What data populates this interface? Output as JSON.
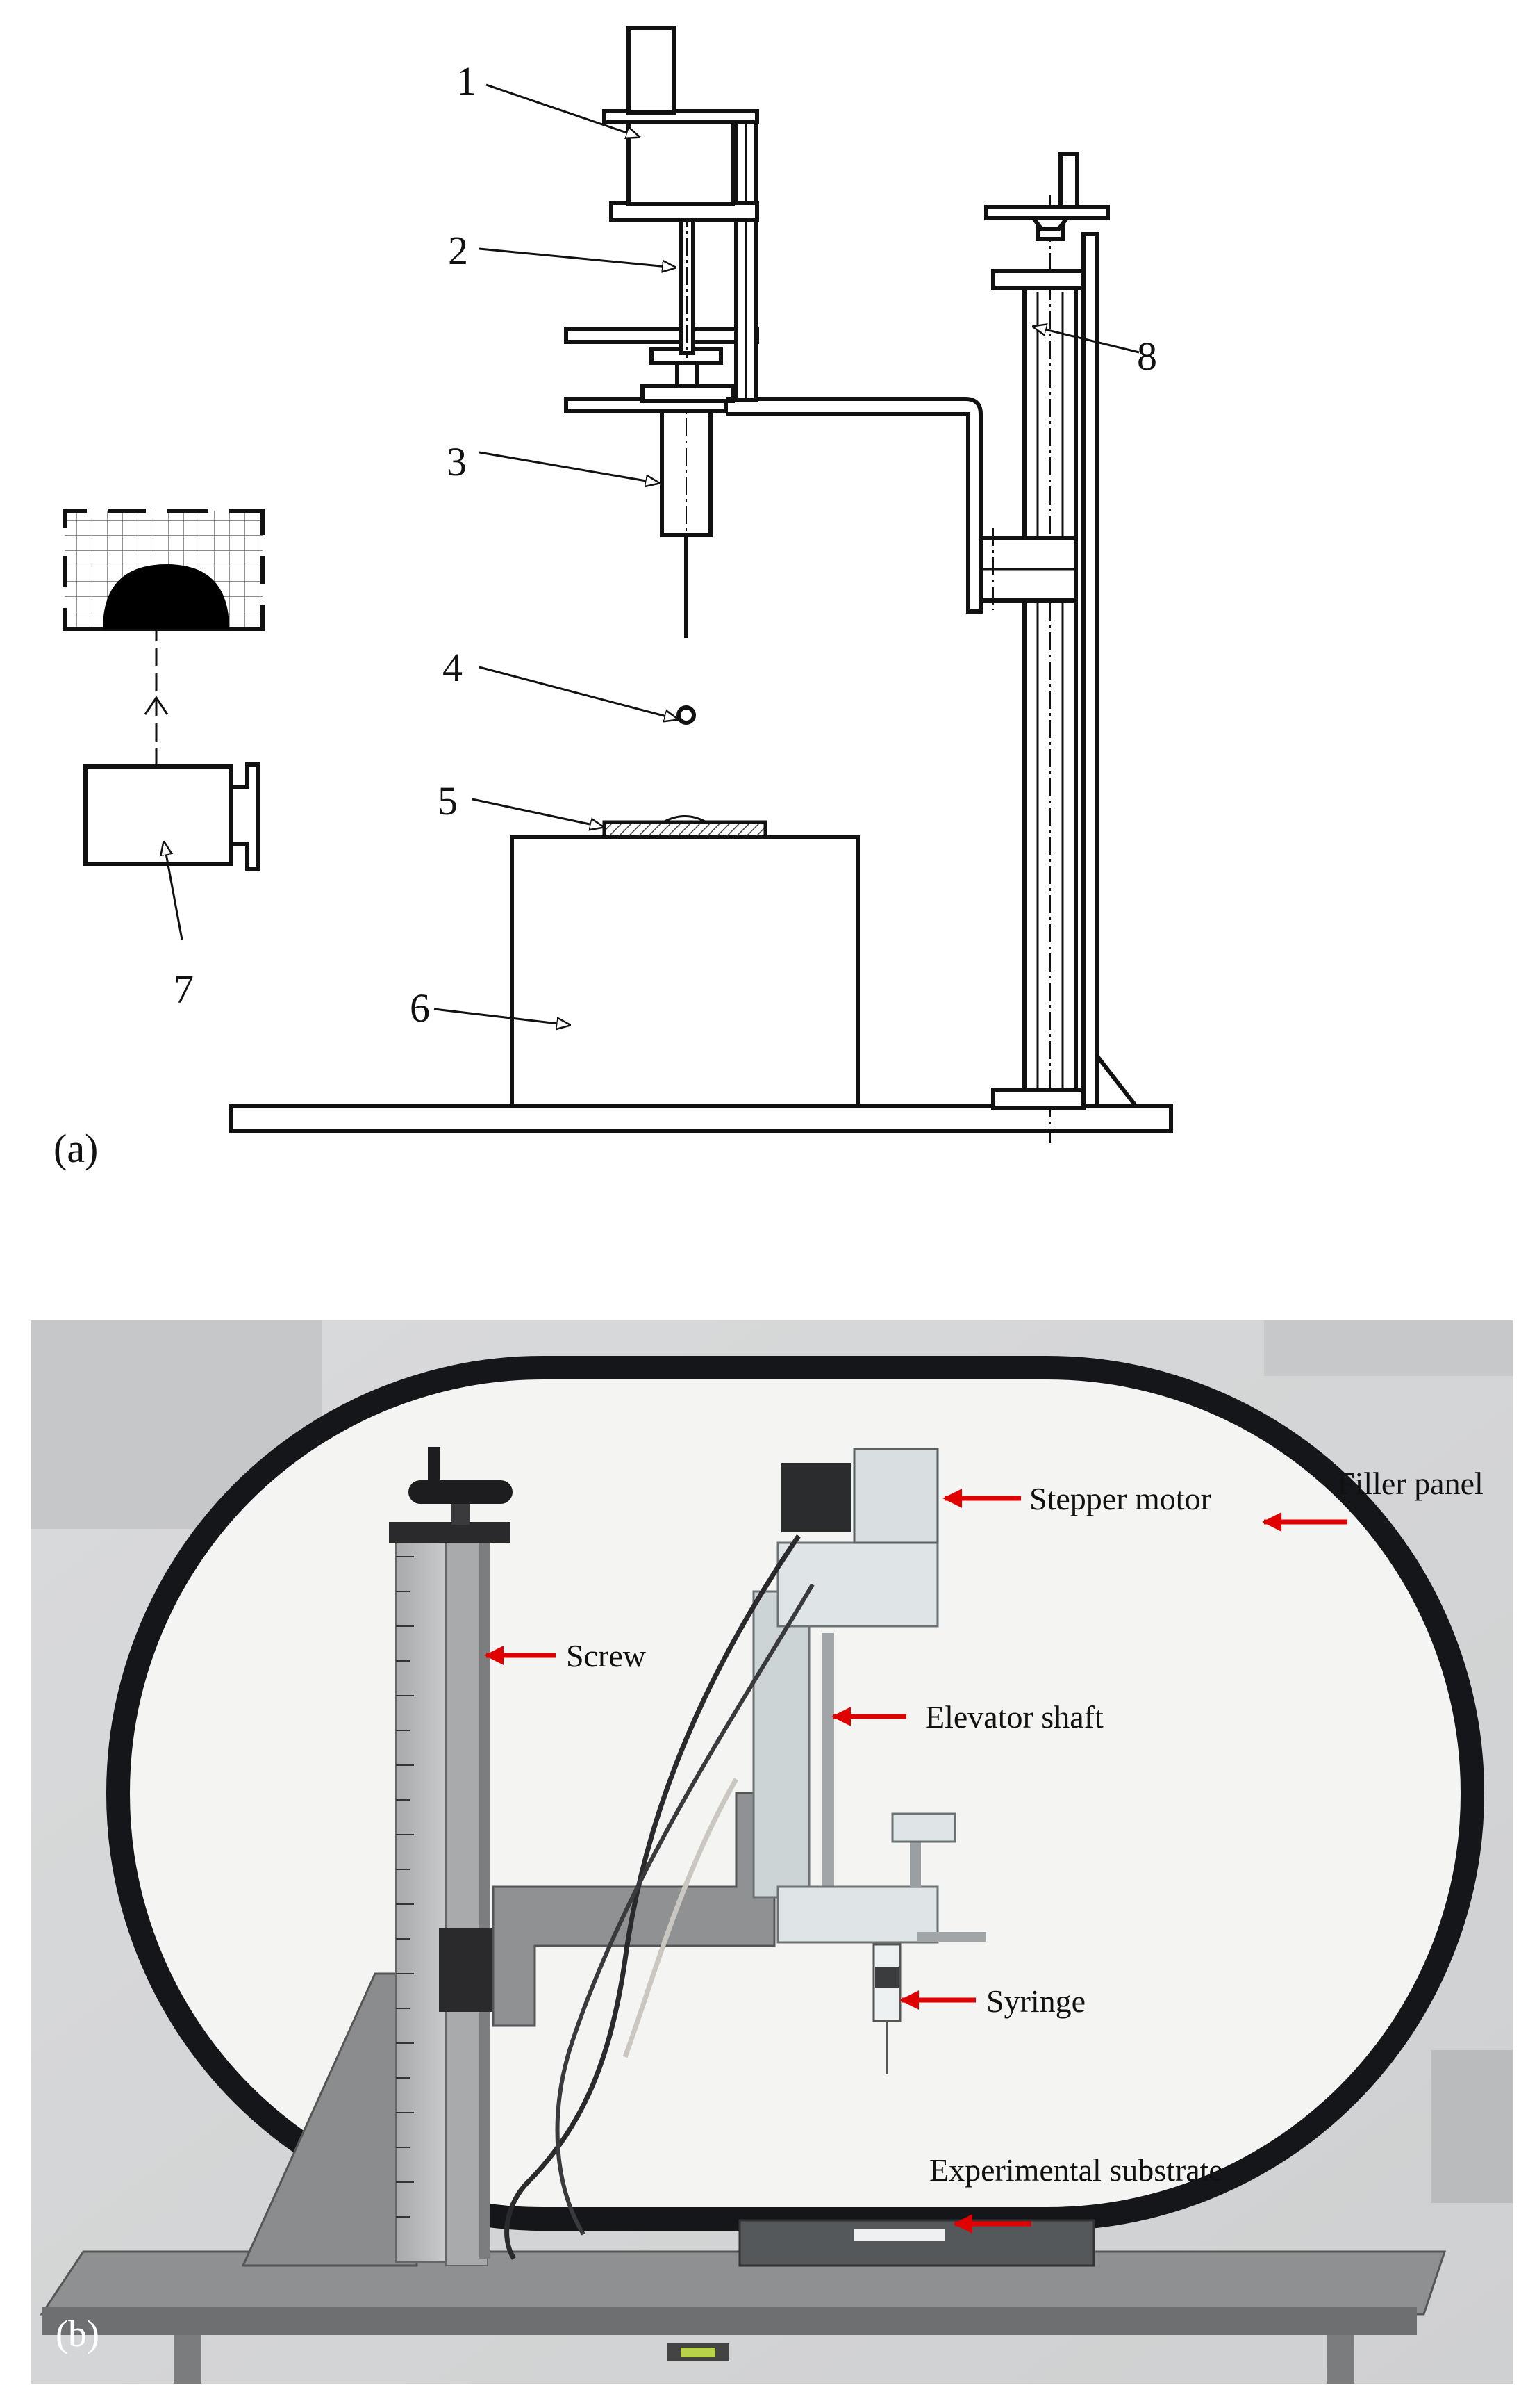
{
  "panel_a": {
    "label": "(a)",
    "callouts": [
      {
        "id": "1",
        "text": "1"
      },
      {
        "id": "2",
        "text": "2"
      },
      {
        "id": "3",
        "text": "3"
      },
      {
        "id": "4",
        "text": "4"
      },
      {
        "id": "5",
        "text": "5"
      },
      {
        "id": "6",
        "text": "6"
      },
      {
        "id": "7",
        "text": "7"
      },
      {
        "id": "8",
        "text": "8"
      }
    ]
  },
  "panel_b": {
    "label": "(b)",
    "annotations": [
      {
        "id": "stepper-motor",
        "text": "Stepper motor"
      },
      {
        "id": "filler-panel",
        "text": "Filler panel"
      },
      {
        "id": "screw",
        "text": "Screw"
      },
      {
        "id": "elevator-shaft",
        "text": "Elevator shaft"
      },
      {
        "id": "syringe",
        "text": "Syringe"
      },
      {
        "id": "experimental-substrate",
        "text": "Experimental substrate"
      }
    ],
    "arrow_color": "#e00000"
  }
}
